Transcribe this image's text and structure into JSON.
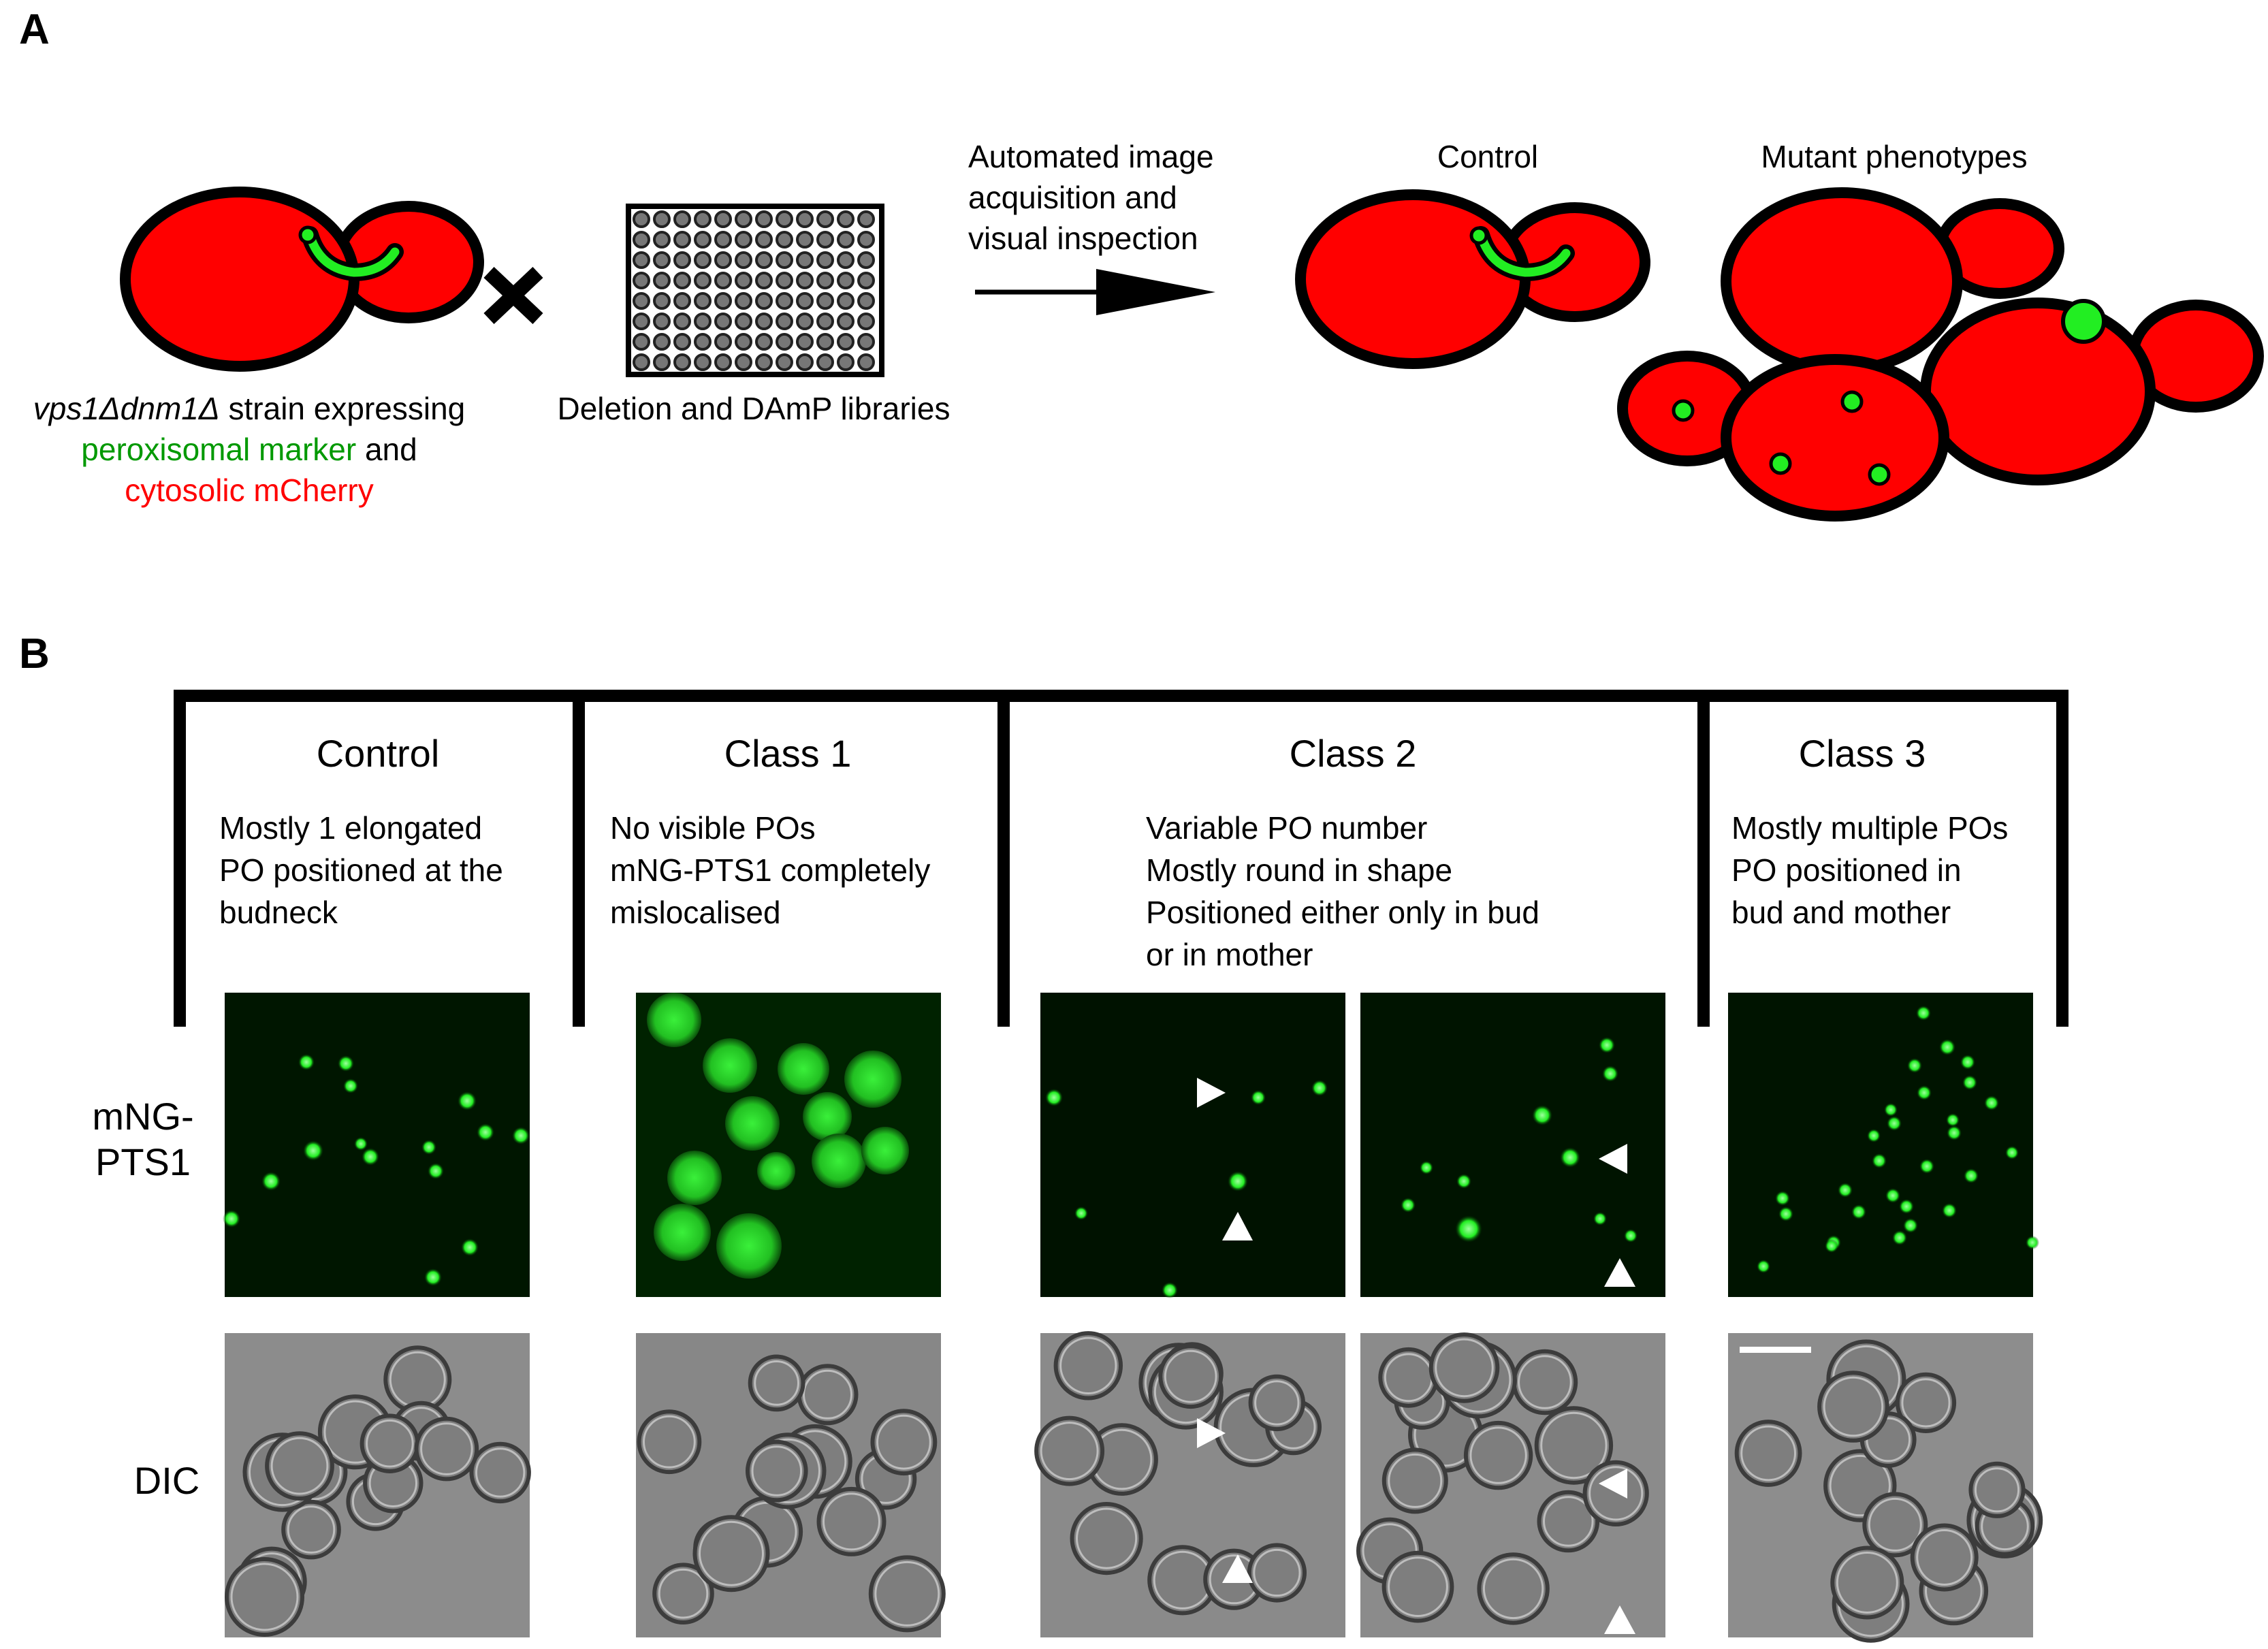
{
  "panel_a": {
    "label": "A",
    "strain_line1_italic": "vps1Δdnm1Δ",
    "strain_line1_rest": " strain expressing",
    "strain_line2_green": "peroxisomal marker",
    "strain_line2_rest": " and",
    "strain_line3_red": "cytosolic mCherry",
    "cross_symbol": "×",
    "library_label": "Deletion and DAmP libraries",
    "arrow_text_1": "Automated image",
    "arrow_text_2": "acquisition and",
    "arrow_text_3": "visual inspection",
    "control_label": "Control",
    "mutant_label": "Mutant phenotypes",
    "colors": {
      "cell": "#ff0000",
      "peroxisome": "#22ee22",
      "outline": "#000000"
    }
  },
  "panel_b": {
    "label": "B",
    "row_label_1a": "mNG-",
    "row_label_1b": "PTS1",
    "row_label_2": "DIC",
    "classes": [
      {
        "title": "Control",
        "lines": [
          "Mostly 1 elongated",
          "PO positioned at the",
          "budneck"
        ]
      },
      {
        "title": "Class 1",
        "lines": [
          "No visible POs",
          "mNG-PTS1 completely",
          "mislocalised"
        ]
      },
      {
        "title": "Class 2",
        "lines": [
          "Variable PO number",
          "Mostly round in shape",
          "Positioned either only in bud",
          "or in mother"
        ]
      },
      {
        "title": "Class 3",
        "lines": [
          "Mostly multiple POs",
          "PO positioned in",
          "bud and mother"
        ]
      }
    ],
    "colors": {
      "fluorescence": "#33ee33",
      "micrograph_bg_dark": "#000000",
      "dic_bg": "#8a8a8a"
    }
  }
}
